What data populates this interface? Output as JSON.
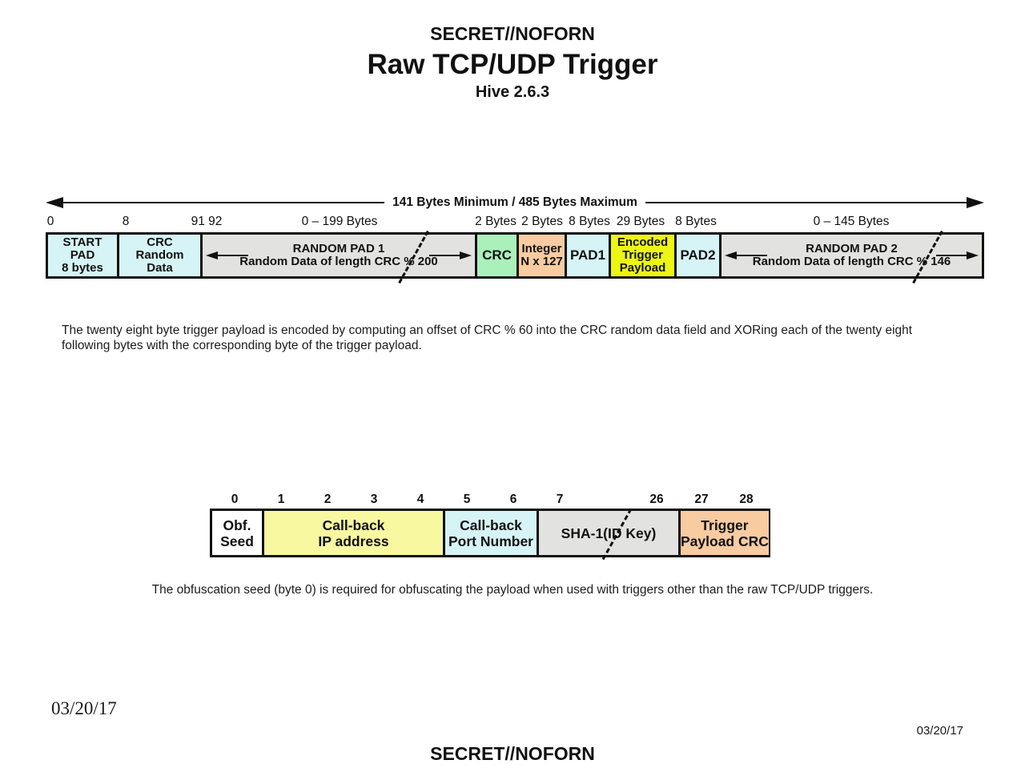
{
  "colors": {
    "cyan": "#d6f4f5",
    "gray": "#e2e2e1",
    "green": "#aaf0ba",
    "peach": "#f8cba1",
    "bright_yellow": "#ecf513",
    "pale_yellow": "#f8f8a0",
    "white": "#ffffff"
  },
  "header": {
    "classification": "SECRET//NOFORN",
    "title": "Raw TCP/UDP Trigger",
    "version": "Hive 2.6.3"
  },
  "packet_diagram": {
    "length_label": "141 Bytes Minimum / 485 Bytes Maximum",
    "offset_labels": [
      "0",
      "8",
      "91 92",
      "0 – 199 Bytes",
      "2 Bytes",
      "2 Bytes",
      "8 Bytes",
      "29 Bytes",
      "8 Bytes",
      "0 – 145 Bytes"
    ],
    "fields": [
      {
        "name": "start-pad",
        "lines": [
          "START",
          "PAD",
          "8 bytes"
        ]
      },
      {
        "name": "crc-random-data",
        "lines": [
          "CRC",
          "Random",
          "Data"
        ]
      },
      {
        "name": "random-pad-1",
        "lines": [
          "RANDOM PAD 1",
          "Random Data of length CRC % 200"
        ]
      },
      {
        "name": "crc",
        "lines": [
          "CRC"
        ]
      },
      {
        "name": "integer-n-x-127",
        "lines": [
          "Integer",
          "N x 127"
        ]
      },
      {
        "name": "pad1",
        "lines": [
          "PAD1"
        ]
      },
      {
        "name": "encoded-trigger-payload",
        "lines": [
          "Encoded",
          "Trigger",
          "Payload"
        ]
      },
      {
        "name": "pad2",
        "lines": [
          "PAD2"
        ]
      },
      {
        "name": "random-pad-2",
        "lines": [
          "RANDOM PAD 2",
          "Random Data of length CRC % 146"
        ]
      }
    ]
  },
  "encoding_note": {
    "line1": "The twenty eight byte trigger payload is encoded by computing an offset of CRC % 60 into the CRC random data field and XORing each of the twenty eight",
    "line2": "following bytes with the corresponding byte of the trigger payload."
  },
  "payload_diagram": {
    "byte_labels": [
      "0",
      "1",
      "2",
      "3",
      "4",
      "5",
      "6",
      "7",
      "26",
      "27",
      "28"
    ],
    "fields": [
      {
        "name": "obfuscation-seed",
        "lines": [
          "Obf.",
          "Seed"
        ]
      },
      {
        "name": "callback-ip-address",
        "lines": [
          "Call-back",
          "IP address"
        ]
      },
      {
        "name": "callback-port-number",
        "lines": [
          "Call-back",
          "Port Number"
        ]
      },
      {
        "name": "sha1-id-key",
        "lines": [
          "SHA-1(ID Key)"
        ]
      },
      {
        "name": "trigger-payload-crc",
        "lines": [
          "Trigger",
          "Payload CRC"
        ]
      }
    ]
  },
  "obfuscation_note": "The obfuscation seed (byte 0) is required for obfuscating the payload when used with triggers other than the raw TCP/UDP triggers.",
  "footer": {
    "date_left": "03/20/17",
    "date_right": "03/20/17",
    "classification": "SECRET//NOFORN"
  }
}
